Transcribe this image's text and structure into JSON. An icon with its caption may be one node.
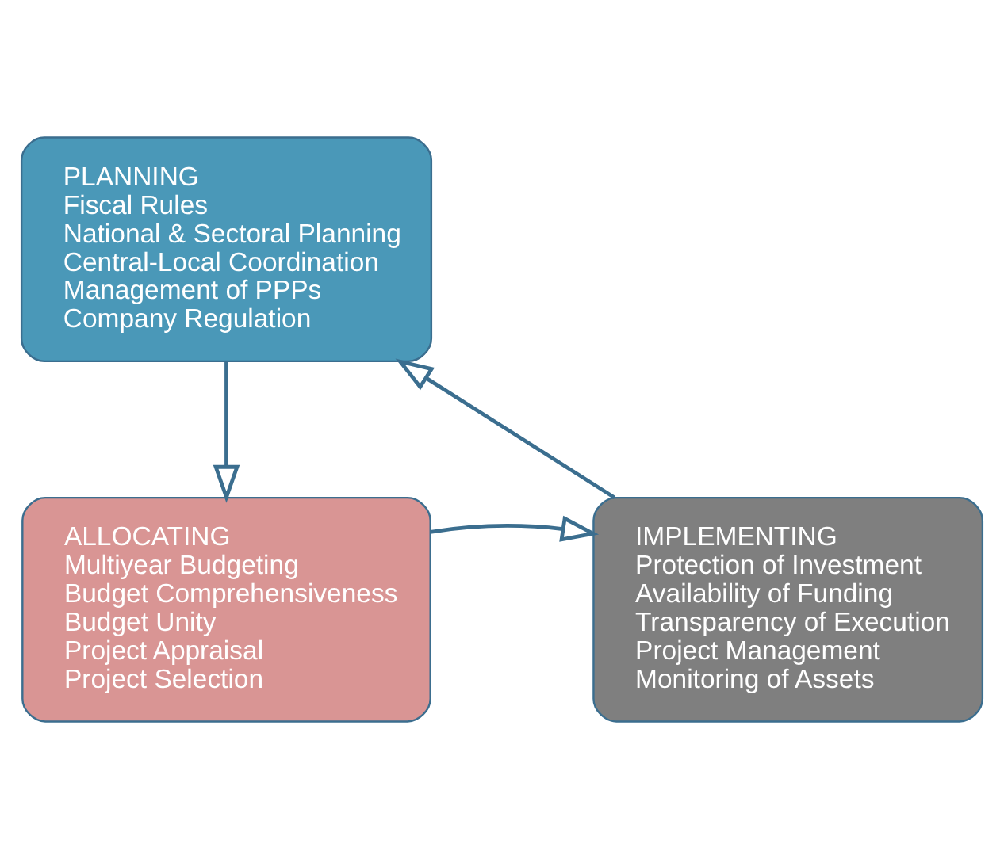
{
  "diagram": {
    "nodes": [
      {
        "text": [
          "PLANNING",
          "Fiscal Rules",
          "National & Sectoral Planning",
          "Central-Local Coordination",
          "Management of PPPs",
          "Company Regulation"
        ]
      },
      {
        "text": [
          "IMPLEMENTING",
          "Protection of Investment",
          "Availability of Funding",
          "Transparency of Execution",
          "Project Management",
          "Monitoring of Assets"
        ]
      },
      {
        "text": [
          "ALLOCATING",
          "Multiyear Budgeting",
          "Budget Comprehensiveness",
          "Budget Unity",
          "Project Appraisal",
          "Project Selection"
        ]
      }
    ],
    "edges": [
      {
        "from": 0,
        "to": 2,
        "arrow": "to"
      },
      {
        "from": 2,
        "to": 1,
        "arrow": "to"
      },
      {
        "from": 1,
        "to": 0,
        "arrow": "to"
      }
    ]
  }
}
